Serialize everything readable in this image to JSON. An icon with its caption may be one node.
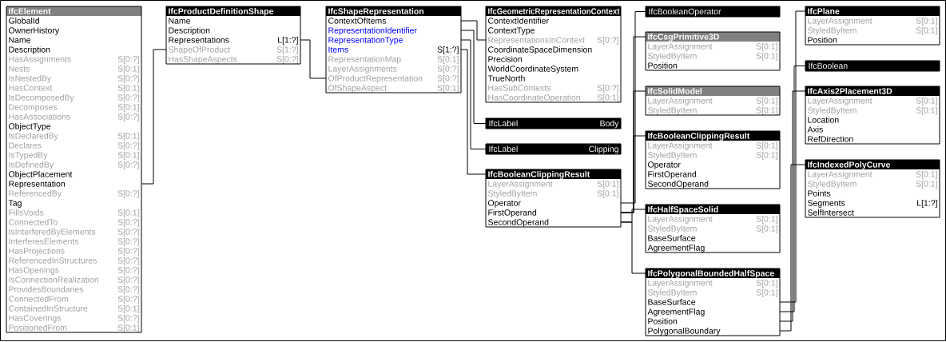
{
  "diagram": {
    "nodes": [
      {
        "text": [
          "IfcElement",
          "GlobalId",
          "OwnerHistory",
          "Name",
          "Description",
          "HasAssignments",
          "S[0:?]",
          "Nests",
          "S[0:1]",
          "IsNestedBy",
          "S[0:?]",
          "HasContext",
          "S[0:1]",
          "IsDecomposedBy",
          "S[0:?]",
          "Decomposes",
          "S[0:1]",
          "HasAssociations",
          "S[0:?]",
          "ObjectType",
          "IsDeclaredBy",
          "S[0:1]",
          "Declares",
          "S[0:?]",
          "IsTypedBy",
          "S[0:1]",
          "IsDefinedBy",
          "S[0:?]",
          "ObjectPlacement",
          "Representation",
          "ReferencedBy",
          "S[0:?]",
          "Tag",
          "FillsVoids",
          "S[0:1]",
          "ConnectedTo",
          "S[0:?]",
          "IsInterferedByElements",
          "S[0:?]",
          "InterferesElements",
          "S[0:?]",
          "HasProjections",
          "S[0:?]",
          "ReferencedInStructures",
          "S[0:?]",
          "HasOpenings",
          "S[0:?]",
          "IsConnectionRealization",
          "S[0:?]",
          "ProvidesBoundaries",
          "S[0:?]",
          "ConnectedFrom",
          "S[0:?]",
          "ContainedInStructure",
          "S[0:1]",
          "HasCoverings",
          "S[0:?]",
          "PositionedFrom",
          "S[0:1]"
        ]
      },
      {
        "text": [
          "IfcProductDefinitionShape",
          "Name",
          "Description",
          "Representations",
          "L[1:?]",
          "ShapeOfProduct",
          "S[1:?]",
          "HasShapeAspects",
          "S[0:?]"
        ]
      },
      {
        "text": [
          "IfcShapeRepresentation",
          "ContextOfItems",
          "RepresentationIdentifier",
          "RepresentationType",
          "Items",
          "S[1:?]",
          "RepresentationMap",
          "S[0:1]",
          "LayerAssignments",
          "S[0:?]",
          "OfProductRepresentation",
          "S[0:?]",
          "OfShapeAspect",
          "S[0:1]"
        ]
      },
      {
        "text": [
          "IfcGeometricRepresentationContext",
          "ContextIdentifier",
          "ContextType",
          "RepresentationsInContext",
          "S[0:?]",
          "CoordinateSpaceDimension",
          "Precision",
          "WorldCoordinateSystem",
          "TrueNorth",
          "HasSubContexts",
          "S[0:?]",
          "HasCoordinateOperation",
          "S[0:1]"
        ]
      },
      {
        "text": [
          "IfcLabel",
          "Body"
        ]
      },
      {
        "text": [
          "IfcLabel",
          "Clipping"
        ]
      },
      {
        "text": [
          "IfcBooleanClippingResult",
          "LayerAssignment",
          "S[0:1]",
          "StyledByItem",
          "S[0:1]",
          "Operator",
          "FirstOperand",
          "SecondOperand"
        ]
      },
      {
        "text": [
          "IfcBooleanOperator"
        ]
      },
      {
        "text": [
          "IfcCsgPrimitive3D",
          "LayerAssignment",
          "S[0:1]",
          "StyledByItem",
          "S[0:1]",
          "Position"
        ]
      },
      {
        "text": [
          "IfcSolidModel",
          "LayerAssignment",
          "S[0:1]",
          "StyledByItem",
          "S[0:1]"
        ]
      },
      {
        "text": [
          "IfcBooleanClippingResult",
          "LayerAssignment",
          "S[0:1]",
          "StyledByItem",
          "S[0:1]",
          "Operator",
          "FirstOperand",
          "SecondOperand"
        ]
      },
      {
        "text": [
          "IfcHalfSpaceSolid",
          "LayerAssignment",
          "S[0:1]",
          "StyledByItem",
          "S[0:1]",
          "BaseSurface",
          "AgreementFlag"
        ]
      },
      {
        "text": [
          "IfcPolygonalBoundedHalfSpace",
          "LayerAssignment",
          "S[0:1]",
          "StyledByItem",
          "S[0:1]",
          "BaseSurface",
          "AgreementFlag",
          "Position",
          "PolygonalBoundary"
        ]
      },
      {
        "text": [
          "IfcPlane",
          "LayerAssignment",
          "S[0:1]",
          "StyledByItem",
          "S[0:1]",
          "Position"
        ]
      },
      {
        "text": [
          "IfcBoolean"
        ]
      },
      {
        "text": [
          "IfcAxis2Placement3D",
          "LayerAssignment",
          "S[0:1]",
          "StyledByItem",
          "S[0:1]",
          "Location",
          "Axis",
          "RefDirection"
        ]
      },
      {
        "text": [
          "IfcIndexedPolyCurve",
          "LayerAssignment",
          "S[0:1]",
          "StyledByItem",
          "S[0:1]",
          "Points",
          "Segments",
          "L[1:?]",
          "SelfIntersect"
        ]
      }
    ],
    "edges": [
      {
        "from": 0,
        "to": 1,
        "arrow": "none"
      },
      {
        "from": 1,
        "to": 2,
        "arrow": "none"
      },
      {
        "from": 2,
        "to": 3,
        "arrow": "none"
      },
      {
        "from": 2,
        "to": 4,
        "arrow": "none"
      },
      {
        "from": 2,
        "to": 5,
        "arrow": "none"
      },
      {
        "from": 2,
        "to": 6,
        "arrow": "none"
      },
      {
        "from": 6,
        "to": 7,
        "arrow": "none"
      },
      {
        "from": 6,
        "to": 8,
        "arrow": "none"
      },
      {
        "from": 6,
        "to": 9,
        "arrow": "none"
      },
      {
        "from": 6,
        "to": 10,
        "arrow": "none"
      },
      {
        "from": 6,
        "to": 11,
        "arrow": "none"
      },
      {
        "from": 6,
        "to": 12,
        "arrow": "none"
      },
      {
        "from": 12,
        "to": 13,
        "arrow": "none"
      },
      {
        "from": 12,
        "to": 14,
        "arrow": "none"
      },
      {
        "from": 12,
        "to": 15,
        "arrow": "none"
      },
      {
        "from": 12,
        "to": 16,
        "arrow": "none"
      }
    ]
  }
}
